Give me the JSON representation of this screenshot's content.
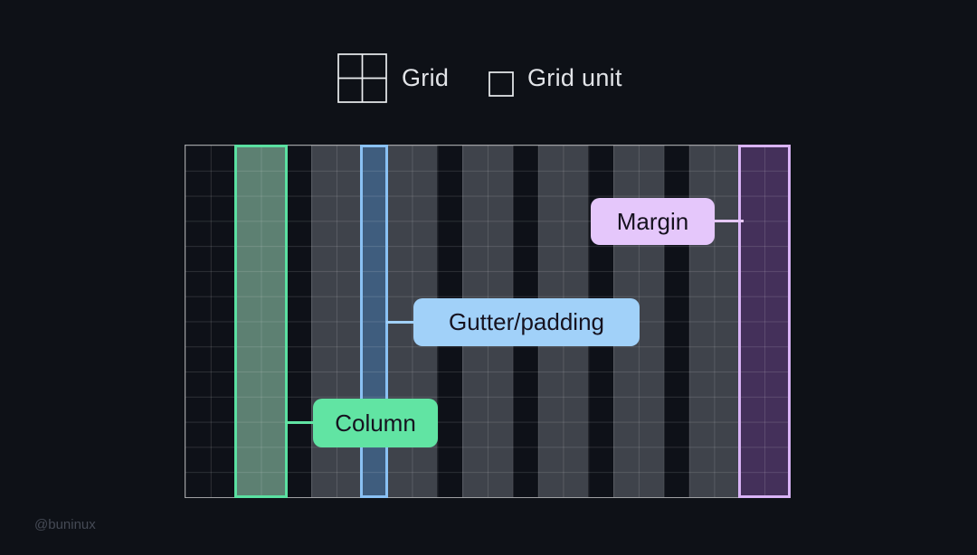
{
  "watermark": "@buninux",
  "legend": {
    "grid_label": "Grid",
    "grid_unit_label": "Grid unit"
  },
  "diagram": {
    "title_labels": {
      "margin": "Margin",
      "gutter": "Gutter/padding",
      "column": "Column"
    },
    "grid": {
      "columns_cells": 24,
      "rows_cells": 14,
      "column_span_cells": 2,
      "gutter_span_cells": 1,
      "margin_span_cells": 2
    },
    "gray_columns": [
      {
        "start": 5,
        "span": 2
      },
      {
        "start": 8,
        "span": 2
      },
      {
        "start": 11,
        "span": 2
      },
      {
        "start": 14,
        "span": 2
      },
      {
        "start": 17,
        "span": 2
      },
      {
        "start": 20,
        "span": 2
      }
    ],
    "stripes": [
      {
        "name": "column-stripe",
        "start": 2,
        "span": 2,
        "fill": "#5d8072",
        "border": "#5ae0a1"
      },
      {
        "name": "gutter-stripe",
        "start": 7,
        "span": 1,
        "fill": "#3f5d7e",
        "border": "#8ac1f4"
      },
      {
        "name": "margin-stripe",
        "start": 22,
        "span": 2,
        "fill": "#44305a",
        "border": "#d9b3f6"
      }
    ]
  },
  "theme": {
    "page-bg": "#0e1117",
    "cell-dark": "#0e1118",
    "cell-gray": "#3f434b",
    "grid-line": "rgba(255,255,255,0.13)",
    "grid-border": "rgba(255,255,255,0.6)",
    "legend-text": "#e2e4e8",
    "icon-stroke": "#eceef1",
    "label-text": "#16121f",
    "margin-label-bg": "#e5c7fb",
    "gutter-label-bg": "#a1d1f9",
    "column-label-bg": "#61e4a3",
    "watermark-color": "#454a55"
  }
}
